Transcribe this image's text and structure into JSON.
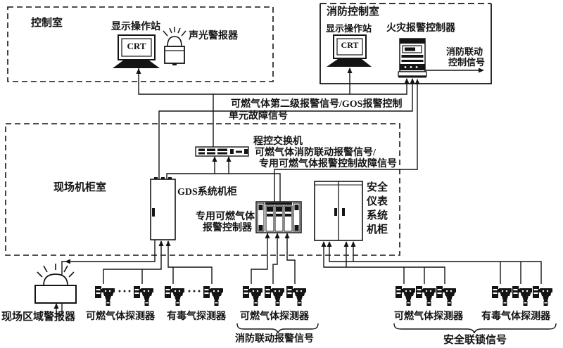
{
  "diagram": {
    "bg": "#ffffff",
    "line_color": "#141414"
  },
  "control_room": {
    "title": "控制室",
    "station_label": "显示操作站",
    "crt_label": "CRT",
    "alarm_label": "声光警报器"
  },
  "fire_control_room": {
    "title": "消防控制室",
    "station_label": "显示操作站",
    "crt_label": "CRT",
    "controller_label": "火灾报警控制器",
    "linkage_signal_line1": "消防联动",
    "linkage_signal_line2": "控制信号"
  },
  "signals": {
    "second_level_line1": "可燃气体第二级报警信号/GOS报警控制",
    "second_level_line2": "单元故障信号",
    "pabx_label": "程控交换机",
    "fire_linkage_alarm": "可燃气体消防联动报警信号/",
    "dedicated_fault": "专用可燃气体报警控制故障信号",
    "fire_linkage_alarm_signal": "消防联动报警信号",
    "safety_interlock_signal": "安全联锁信号"
  },
  "field_cabinet_room": {
    "title": "现场机柜室",
    "gds_cabinet_label": "GDS系统机柜",
    "dedicated_controller_line1": "专用可燃气体",
    "dedicated_controller_line2": "报警控制器",
    "sis_cabinet_lines": [
      "安全",
      "仪表",
      "系统",
      "机柜"
    ]
  },
  "field_devices": {
    "area_alarm_label": "现场区域警报器",
    "combustible_detectors_left": "可燃气体探测器",
    "toxic_detectors_left": "有毒气探测器",
    "combustible_detectors_mid": "可燃气体探测器",
    "combustible_detectors_right": "可燃气体探测器",
    "toxic_detectors_right": "有毒气体探测器",
    "ellipsis": "···"
  }
}
